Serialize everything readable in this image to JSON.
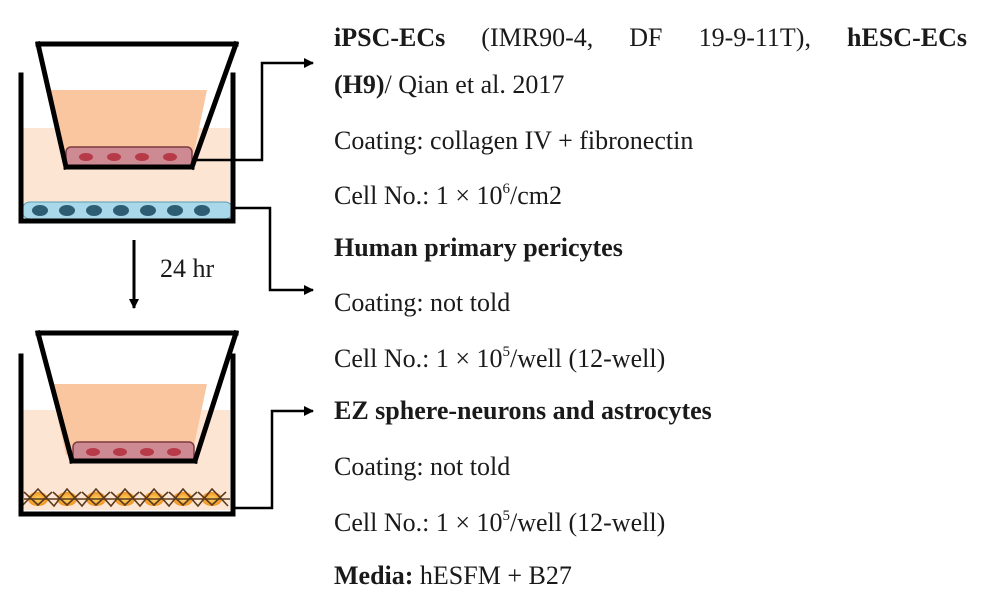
{
  "interval_label": "24 hr",
  "text": {
    "line1": {
      "b1": "iPSC-ECs",
      "t1": "(IMR90-4,",
      "t2": "DF",
      "t3": "19-9-11T),",
      "b2": "hESC-ECs"
    },
    "line2": {
      "b": "(H9)",
      "t": "/ Qian et al. 2017"
    },
    "ec_coating": "Coating: collagen IV + fibronectin",
    "ec_cell": {
      "pre": "Cell No.: 1 × 10",
      "sup": "6",
      "post": "/cm2"
    },
    "pericytes_heading": "Human primary pericytes",
    "pericytes_coating": "Coating: not told",
    "pericytes_cell": {
      "pre": "Cell No.: 1 × 10",
      "sup": "5",
      "post": "/well (12-well)"
    },
    "neurons_heading": "EZ sphere-neurons and astrocytes",
    "neurons_coating": "Coating: not told",
    "neurons_cell": {
      "pre": "Cell No.: 1 × 10",
      "sup": "5",
      "post": "/well (12-well)"
    },
    "media": {
      "label": "Media:",
      "value": " hESFM + B27"
    }
  },
  "colors": {
    "medium_light": "#fce5d3",
    "medium_insert": "#f9c6a0",
    "ec_cells": "#ce8a93",
    "ec_nuclei": "#b73a48",
    "pericyte_cells": "#a8d8ea",
    "pericyte_nuclei": "#2d5d73",
    "neuron_cells": "#f7b433",
    "neuron_fibers": "#5a3a1e"
  }
}
